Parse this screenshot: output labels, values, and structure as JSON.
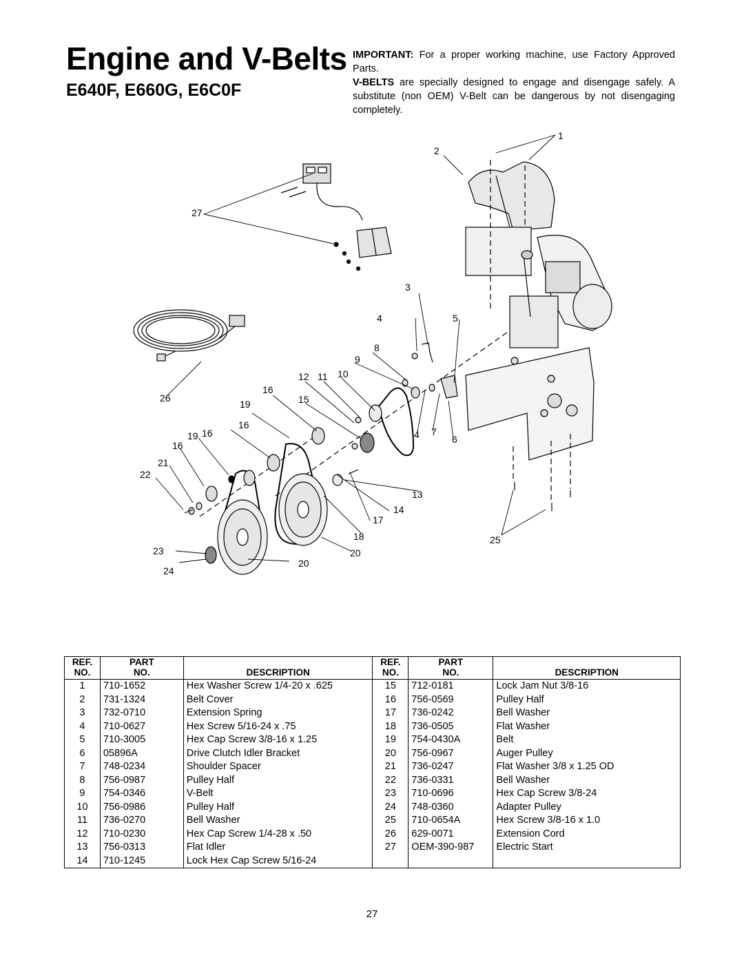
{
  "header": {
    "title": "Engine and V-Belts",
    "subtitle": "E640F, E660G, E6C0F"
  },
  "notes": {
    "important_label": "IMPORTANT:",
    "important_text": " For a proper working machine, use Factory Approved Parts.",
    "vbelts_label": "V-BELTS",
    "vbelts_text": " are specially designed to engage and disengage safely.  A substitute (non OEM) V-Belt can be dangerous by not disengaging completely."
  },
  "diagram": {
    "callouts": {
      "c1": "1",
      "c2": "2",
      "c3": "3",
      "c4a": "4",
      "c4b": "4",
      "c5": "5",
      "c6": "6",
      "c7": "7",
      "c8": "8",
      "c9": "9",
      "c10": "10",
      "c11": "11",
      "c12": "12",
      "c13": "13",
      "c14": "14",
      "c15": "15",
      "c16a": "16",
      "c16b": "16",
      "c16c": "16",
      "c16d": "16",
      "c17": "17",
      "c18": "18",
      "c19a": "19",
      "c19b": "19",
      "c20a": "20",
      "c20b": "20",
      "c21": "21",
      "c22": "22",
      "c23": "23",
      "c24": "24",
      "c25": "25",
      "c26": "26",
      "c27": "27"
    }
  },
  "table": {
    "headers": {
      "ref_top": "REF.",
      "ref_bottom": "NO.",
      "part_top": "PART",
      "part_bottom": "NO.",
      "description": "DESCRIPTION"
    },
    "rows": [
      {
        "l": {
          "ref": "1",
          "part": "710-1652",
          "desc": "Hex Washer Screw 1/4-20 x .625"
        },
        "r": {
          "ref": "15",
          "part": "712-0181",
          "desc": "Lock Jam Nut 3/8-16"
        }
      },
      {
        "l": {
          "ref": "2",
          "part": "731-1324",
          "desc": "Belt Cover"
        },
        "r": {
          "ref": "16",
          "part": "756-0569",
          "desc": "Pulley Half"
        }
      },
      {
        "l": {
          "ref": "3",
          "part": "732-0710",
          "desc": "Extension Spring"
        },
        "r": {
          "ref": "17",
          "part": "736-0242",
          "desc": "Bell Washer"
        }
      },
      {
        "l": {
          "ref": "4",
          "part": "710-0627",
          "desc": "Hex Screw 5/16-24 x .75"
        },
        "r": {
          "ref": "18",
          "part": "736-0505",
          "desc": "Flat Washer"
        }
      },
      {
        "l": {
          "ref": "5",
          "part": "710-3005",
          "desc": "Hex Cap Screw 3/8-16 x 1.25"
        },
        "r": {
          "ref": "19",
          "part": "754-0430A",
          "desc": "Belt"
        }
      },
      {
        "l": {
          "ref": "6",
          "part": "05896A",
          "desc": "Drive Clutch Idler Bracket"
        },
        "r": {
          "ref": "20",
          "part": "756-0967",
          "desc": "Auger Pulley"
        }
      },
      {
        "l": {
          "ref": "7",
          "part": "748-0234",
          "desc": "Shoulder Spacer"
        },
        "r": {
          "ref": "21",
          "part": "736-0247",
          "desc": "Flat Washer 3/8 x 1.25 OD"
        }
      },
      {
        "l": {
          "ref": "8",
          "part": "756-0987",
          "desc": "Pulley Half"
        },
        "r": {
          "ref": "22",
          "part": "736-0331",
          "desc": "Bell Washer"
        }
      },
      {
        "l": {
          "ref": "9",
          "part": "754-0346",
          "desc": "V-Belt"
        },
        "r": {
          "ref": "23",
          "part": "710-0696",
          "desc": "Hex Cap Screw 3/8-24"
        }
      },
      {
        "l": {
          "ref": "10",
          "part": "756-0986",
          "desc": "Pulley Half"
        },
        "r": {
          "ref": "24",
          "part": "748-0360",
          "desc": "Adapter Pulley"
        }
      },
      {
        "l": {
          "ref": "11",
          "part": "736-0270",
          "desc": "Bell Washer"
        },
        "r": {
          "ref": "25",
          "part": "710-0654A",
          "desc": "Hex Screw 3/8-16 x 1.0"
        }
      },
      {
        "l": {
          "ref": "12",
          "part": "710-0230",
          "desc": "Hex Cap Screw 1/4-28 x .50"
        },
        "r": {
          "ref": "26",
          "part": "629-0071",
          "desc": "Extension Cord"
        }
      },
      {
        "l": {
          "ref": "13",
          "part": "756-0313",
          "desc": "Flat Idler"
        },
        "r": {
          "ref": "27",
          "part": "OEM-390-987",
          "desc": "Electric Start"
        }
      },
      {
        "l": {
          "ref": "14",
          "part": "710-1245",
          "desc": "Lock Hex Cap Screw 5/16-24"
        },
        "r": {
          "ref": "",
          "part": "",
          "desc": ""
        }
      }
    ]
  },
  "footer": {
    "page_number": "27"
  }
}
